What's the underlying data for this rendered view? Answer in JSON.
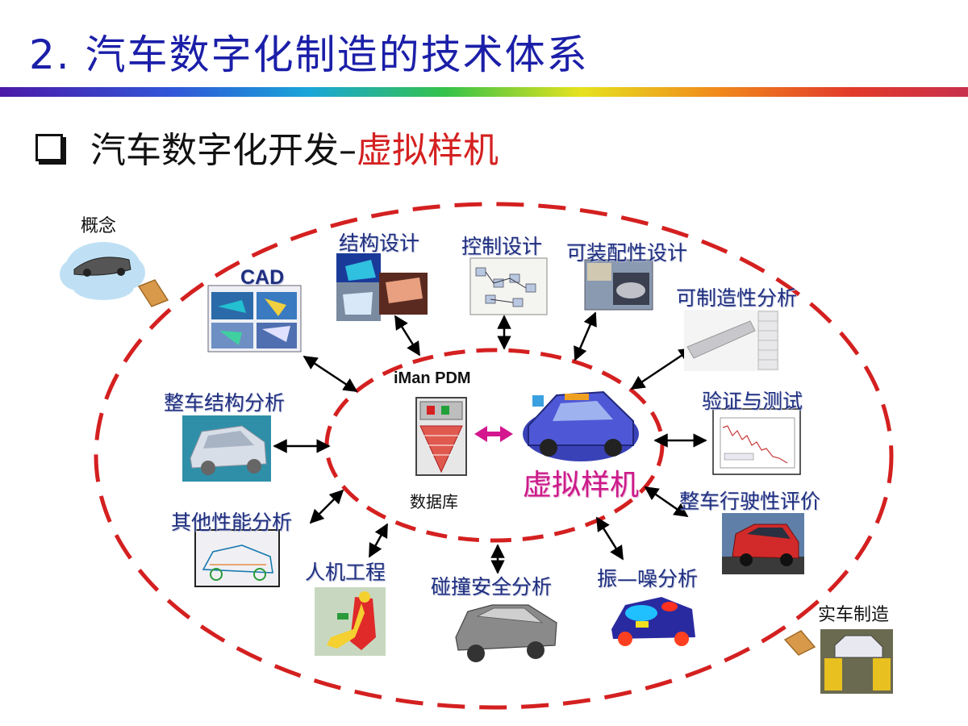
{
  "slide": {
    "title": "2. 汽车数字化制造的技术体系",
    "subtitle_main": "汽车数字化开发–",
    "subtitle_accent": "虚拟样机"
  },
  "diagram": {
    "center": {
      "pdm_label": "iMan PDM",
      "database_label": "数据库",
      "prototype_label": "虚拟样机"
    },
    "concept_label": "概念",
    "real_manufacture_label": "实车制造",
    "modules": [
      {
        "name": "CAD"
      },
      {
        "name": "结构设计"
      },
      {
        "name": "控制设计"
      },
      {
        "name": "可装配性设计"
      },
      {
        "name": "可制造性分析"
      },
      {
        "name": "验证与测试"
      },
      {
        "name": "整车行驶性评价"
      },
      {
        "name": "振—噪分析"
      },
      {
        "name": "碰撞安全分析"
      },
      {
        "name": "人机工程"
      },
      {
        "name": "其他性能分析"
      },
      {
        "name": "整车结构分析"
      }
    ]
  },
  "colors": {
    "title": "#1b1fa8",
    "accent": "#d42020",
    "ellipse_dash": "#d42020",
    "label": "#1f2f80",
    "prototype_text": "#cc1a8a"
  }
}
